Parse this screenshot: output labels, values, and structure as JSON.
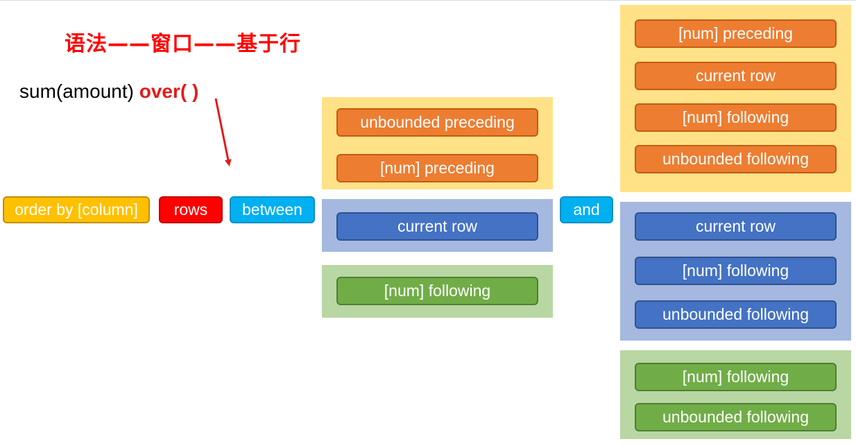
{
  "title": "语法——窗口——基于行",
  "formula": {
    "prefix": "sum(amount) ",
    "keyword": "over(  )"
  },
  "row": {
    "order_by": "order by [column]",
    "rows": "rows",
    "between": "between",
    "and": "and"
  },
  "start_options": {
    "yellow": [
      "unbounded preceding",
      "[num] preceding"
    ],
    "blue": [
      "current row"
    ],
    "green": [
      "[num] following"
    ]
  },
  "end_options": {
    "yellow": [
      "[num] preceding",
      "current row",
      "[num] following",
      "unbounded following"
    ],
    "blue": [
      "current row",
      "[num] following",
      "unbounded following"
    ],
    "green": [
      "[num] following",
      "unbounded following"
    ]
  },
  "colors": {
    "orange": "#ed7d31",
    "blue": "#4472c4",
    "green": "#70ad47",
    "title_red": "#ff0000",
    "rows_red": "#ff0000",
    "order_by_yellow": "#ffc000",
    "cyan": "#00b0f0"
  }
}
